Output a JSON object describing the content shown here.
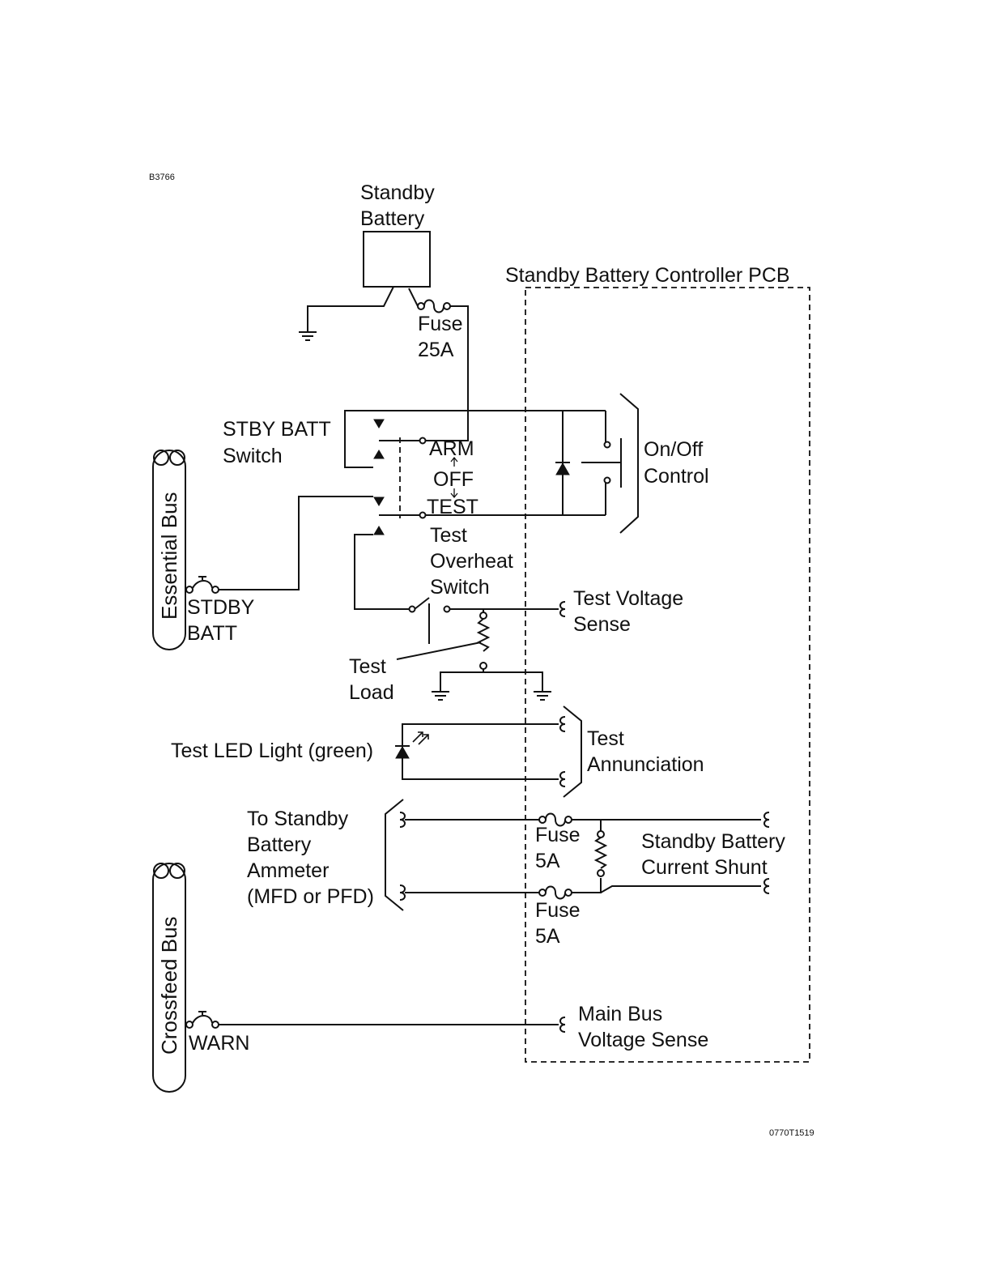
{
  "doc": {
    "id_top": "B3766",
    "id_bottom": "0770T1519"
  },
  "labels": {
    "standby_battery": [
      "Standby",
      "Battery"
    ],
    "pcb_title": "Standby Battery Controller PCB",
    "fuse_25": [
      "Fuse",
      "25A"
    ],
    "stby_batt_switch": [
      "STBY BATT",
      "Switch"
    ],
    "arm": "ARM",
    "off": "OFF",
    "test": "TEST",
    "on_off_control": [
      "On/Off",
      "Control"
    ],
    "test_overheat_switch": [
      "Test",
      "Overheat",
      "Switch"
    ],
    "test_voltage_sense": [
      "Test Voltage",
      "Sense"
    ],
    "stdby_batt_cb": [
      "STDBY",
      "BATT"
    ],
    "test_load": [
      "Test",
      "Load"
    ],
    "test_led": "Test LED Light (green)",
    "test_annunciation": [
      "Test",
      "Annunciation"
    ],
    "ammeter": [
      "To Standby",
      "Battery",
      "Ammeter",
      "(MFD or PFD)"
    ],
    "fuse_5a_top": [
      "Fuse",
      "5A"
    ],
    "fuse_5a_bottom": [
      "Fuse",
      "5A"
    ],
    "current_shunt": [
      "Standby Battery",
      "Current Shunt"
    ],
    "main_bus_sense": [
      "Main Bus",
      "Voltage Sense"
    ],
    "warn": "WARN",
    "essential_bus": "Essential Bus",
    "crossfeed_bus": "Crossfeed Bus"
  }
}
